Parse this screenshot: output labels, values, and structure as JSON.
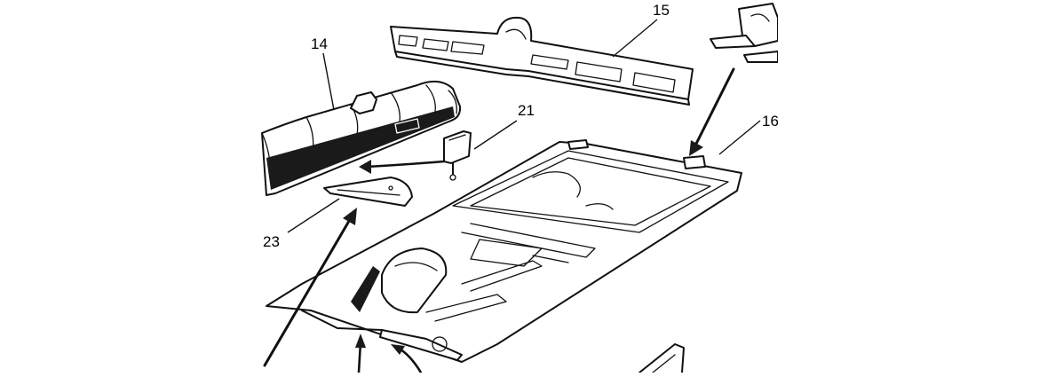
{
  "labels": {
    "part_14": "14",
    "part_15": "15",
    "part_16": "16",
    "part_21": "21",
    "part_23": "23"
  },
  "colors": {
    "ink": "#111111",
    "background": "#ffffff"
  }
}
